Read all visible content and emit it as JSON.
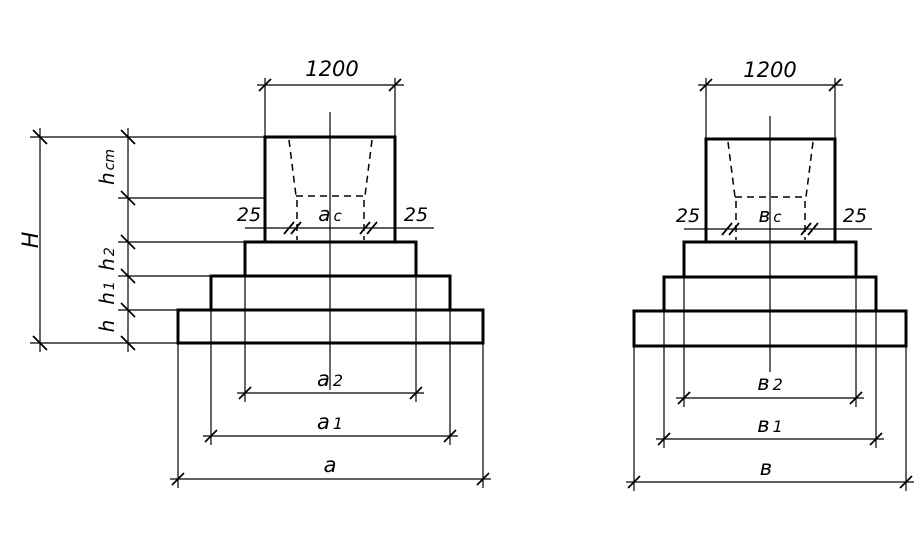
{
  "left_view": {
    "column_width": "1200",
    "height_total": "H",
    "height_stem": "h",
    "height_stem_sub": "cm",
    "height_h2": "h",
    "height_h2_sub": "2",
    "height_h1": "h",
    "height_h1_sub": "1",
    "height_h": "h",
    "gap_left": "25",
    "gap_right": "25",
    "socket_width": "a",
    "socket_width_sub": "c",
    "width_a2": "a",
    "width_a2_sub": "2",
    "width_a1": "a",
    "width_a1_sub": "1",
    "width_a": "a"
  },
  "right_view": {
    "column_width": "1200",
    "gap_left": "25",
    "gap_right": "25",
    "socket_width": "в",
    "socket_width_sub": "c",
    "width_b2": "в",
    "width_b2_sub": "2",
    "width_b1": "в",
    "width_b1_sub": "1",
    "width_b": "в"
  }
}
